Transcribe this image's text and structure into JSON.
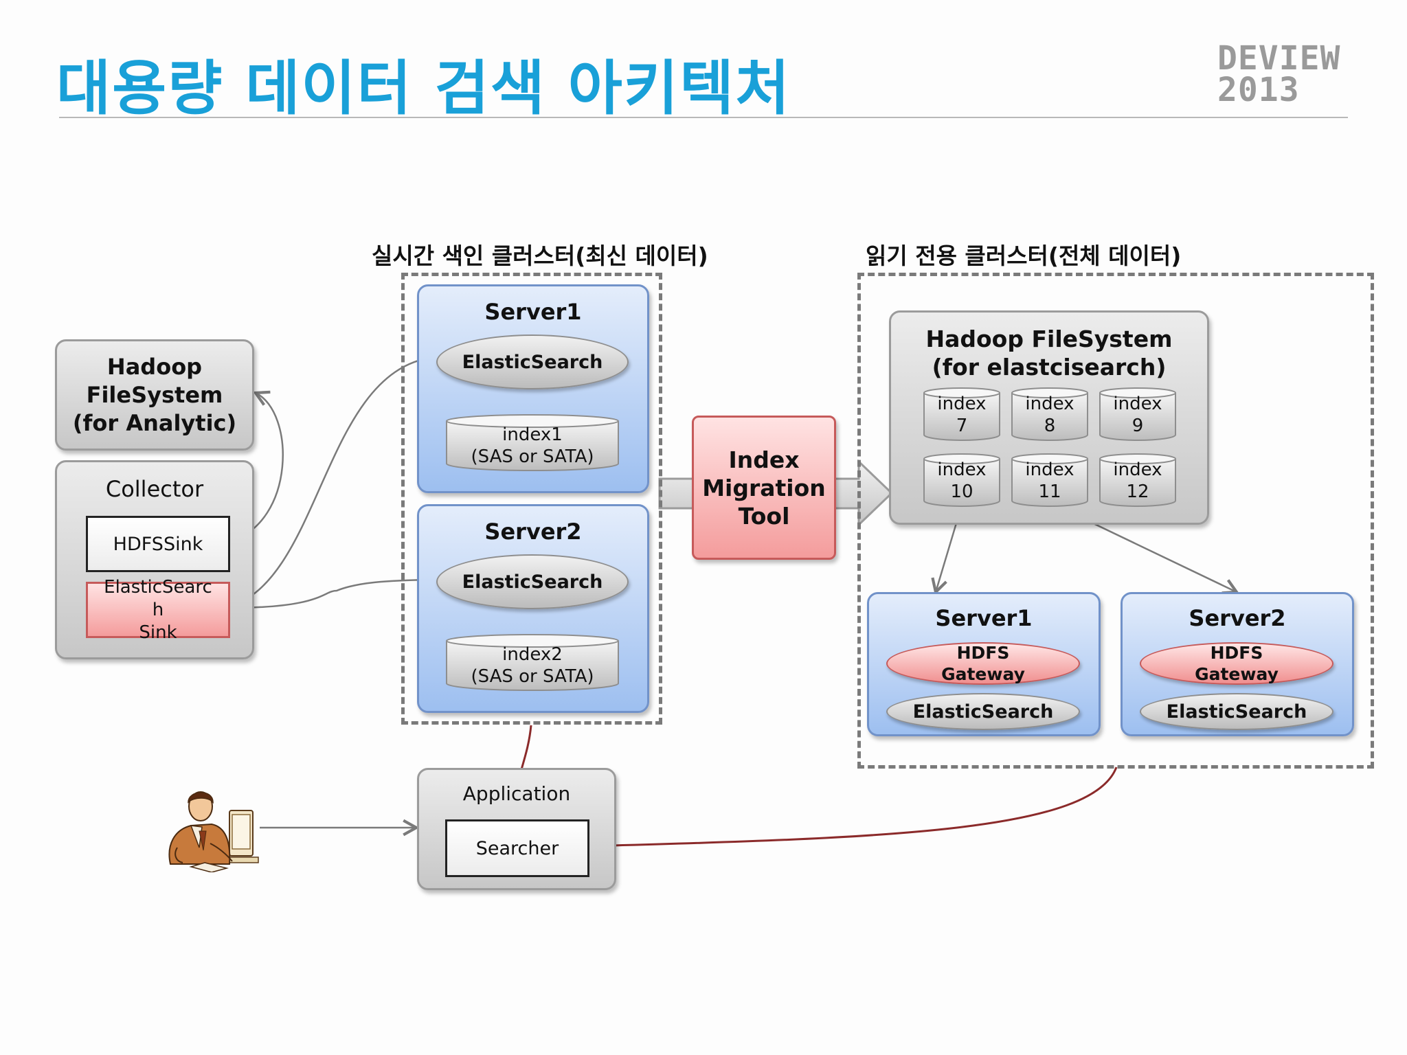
{
  "header": {
    "title": "대용량 데이터 검색 아키텍처",
    "logo_line1": "DEVIEW",
    "logo_line2": "2013"
  },
  "clusters": {
    "realtime_label": "실시간 색인 클러스터(최신 데이터)",
    "readonly_label": "읽기 전용 클러스터(전체 데이터)"
  },
  "left": {
    "hadoop_analytic": [
      "Hadoop",
      "FileSystem",
      "(for Analytic)"
    ],
    "collector_label": "Collector",
    "hdfs_sink": "HDFSSink",
    "es_sink": [
      "ElasticSearc",
      "h",
      "Sink"
    ]
  },
  "realtime": {
    "server1": {
      "name": "Server1",
      "engine": "ElasticSearch",
      "index": [
        "index1",
        "(SAS or SATA)"
      ]
    },
    "server2": {
      "name": "Server2",
      "engine": "ElasticSearch",
      "index": [
        "index2",
        "(SAS or SATA)"
      ]
    }
  },
  "migration_tool": [
    "Index",
    "Migration",
    "Tool"
  ],
  "readonly": {
    "hadoop_title": [
      "Hadoop FileSystem",
      "(for elastcisearch)"
    ],
    "indexes": [
      {
        "label": "index",
        "num": "7"
      },
      {
        "label": "index",
        "num": "8"
      },
      {
        "label": "index",
        "num": "9"
      },
      {
        "label": "index",
        "num": "10"
      },
      {
        "label": "index",
        "num": "11"
      },
      {
        "label": "index",
        "num": "12"
      }
    ],
    "server1": {
      "name": "Server1",
      "gateway": [
        "HDFS",
        "Gateway"
      ],
      "engine": "ElasticSearch"
    },
    "server2": {
      "name": "Server2",
      "gateway": [
        "HDFS",
        "Gateway"
      ],
      "engine": "ElasticSearch"
    }
  },
  "application": {
    "label": "Application",
    "searcher": "Searcher"
  },
  "icons": {
    "user": "person-at-computer-icon"
  },
  "colors": {
    "title": "#19a0d8",
    "arrow_red": "#8b2a2a",
    "arrow_gray": "#7a7a7a"
  }
}
